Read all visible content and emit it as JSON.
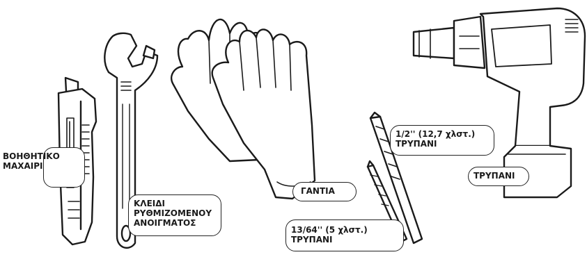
{
  "labels": {
    "utility_knife": [
      "ΒΟΗΘΗΤΙΚΟ",
      "ΜΑΧΑΙΡΙ"
    ],
    "adjustable_wrench": [
      "ΚΛΕΙΔΙ",
      "ΡΥΘΜΙΖΟΜΕΝΟΥ",
      "ΑΝΟΙΓΜΑΤΟΣ"
    ],
    "gloves": [
      "ΓΑΝΤΙΑ"
    ],
    "drill_bit_large": [
      "1/2'' (12,7 χλστ.)",
      "ΤΡΥΠΑΝΙ"
    ],
    "drill_bit_small": [
      "13/64'' (5 χλστ.)",
      "ΤΡΥΠΑΝΙ"
    ],
    "drill": [
      "ΤΡΥΠΑΝΙ"
    ]
  },
  "icons": {
    "utility_knife": "utility-knife-icon",
    "adjustable_wrench": "adjustable-wrench-icon",
    "gloves": "work-gloves-icon",
    "drill_bit_large": "drill-bit-icon",
    "drill_bit_small": "drill-bit-icon",
    "drill": "cordless-drill-icon"
  },
  "colors": {
    "line": "#1a1a1a",
    "fill": "#ffffff"
  }
}
